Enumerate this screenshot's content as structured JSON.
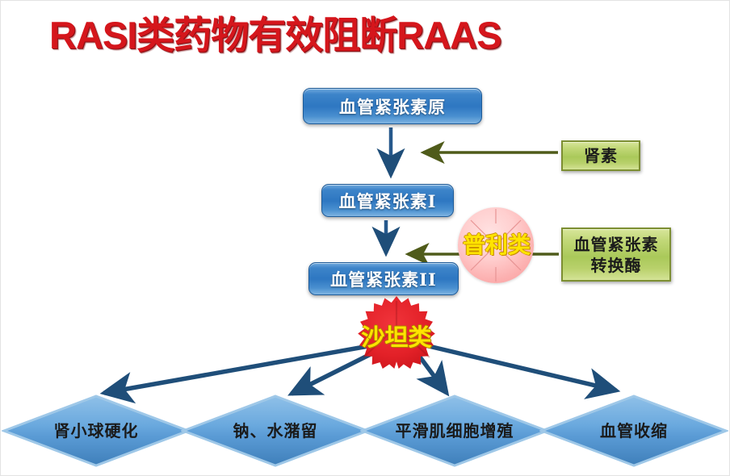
{
  "title": "RASI类药物有效阻断RAAS",
  "colors": {
    "title_red": "#d5161c",
    "box_blue": "#2f78c2",
    "box_green": "#aac95a",
    "burst_red": "#e32128",
    "circle_pink": "#fcaeae",
    "label_yellow": "#ffe400",
    "arrow_blue": "#1f4e79",
    "arrow_olive": "#4f5b1a"
  },
  "cascade": {
    "angiotensinogen": "血管紧张素原",
    "angiotensin_1": "血管紧张素I",
    "angiotensin_2": "血管紧张素II"
  },
  "enzymes": {
    "renin": "肾素",
    "ace": "血管紧张素转换酶",
    "ace_line1": "血管紧张素",
    "ace_line2": "转换酶"
  },
  "drugs": {
    "acei": "普利类",
    "arb": "沙坦类"
  },
  "effects": [
    {
      "label": "肾小球硬化",
      "line1": "肾小球硬化",
      "line2": ""
    },
    {
      "label": "钠、水潴留",
      "line1": "钠、水潴留",
      "line2": ""
    },
    {
      "label": "平滑肌细胞增殖",
      "line1": "平滑肌细胞",
      "line2": "增殖"
    },
    {
      "label": "血管收缩",
      "line1": "血管收缩",
      "line2": ""
    }
  ]
}
